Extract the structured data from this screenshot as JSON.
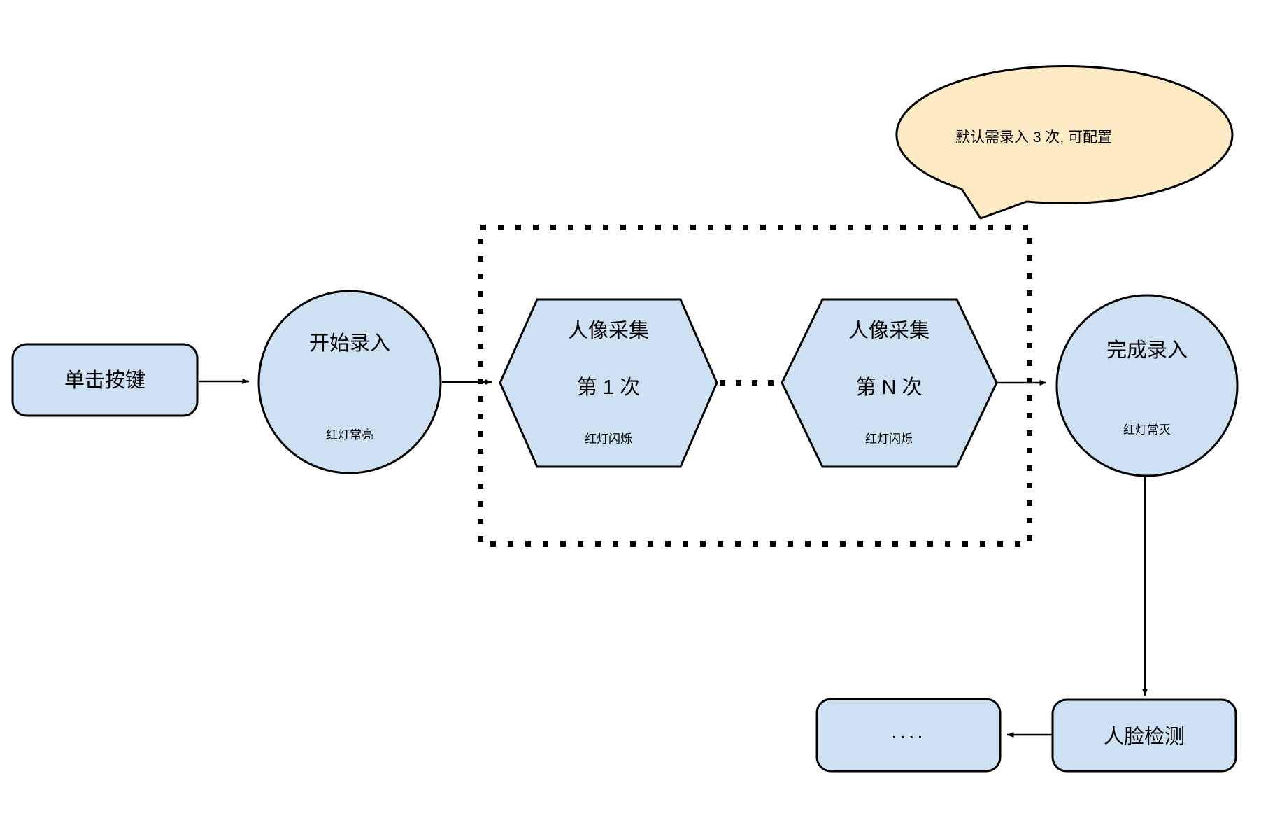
{
  "diagram": {
    "type": "flowchart",
    "description": "face enrollment flow"
  },
  "colors": {
    "node_fill": "#CEE1F2",
    "node_stroke": "#000000",
    "callout_fill": "#FBEAC4",
    "background": "#FFFFFF"
  },
  "nodes": {
    "start_button": {
      "label": "单击按键"
    },
    "start_record": {
      "title": "开始录入",
      "status": "红灯常亮"
    },
    "capture_first": {
      "title": "人像采集",
      "count": "第 1 次",
      "status": "红灯闪烁"
    },
    "capture_nth": {
      "title": "人像采集",
      "count": "第 N 次",
      "status": "红灯闪烁"
    },
    "finish_record": {
      "title": "完成录入",
      "status": "红灯常灭"
    },
    "face_detect": {
      "label": "人脸检测"
    },
    "more_steps": {
      "label": "...."
    }
  },
  "callout": {
    "text": "默认需录入 3 次, 可配置"
  }
}
